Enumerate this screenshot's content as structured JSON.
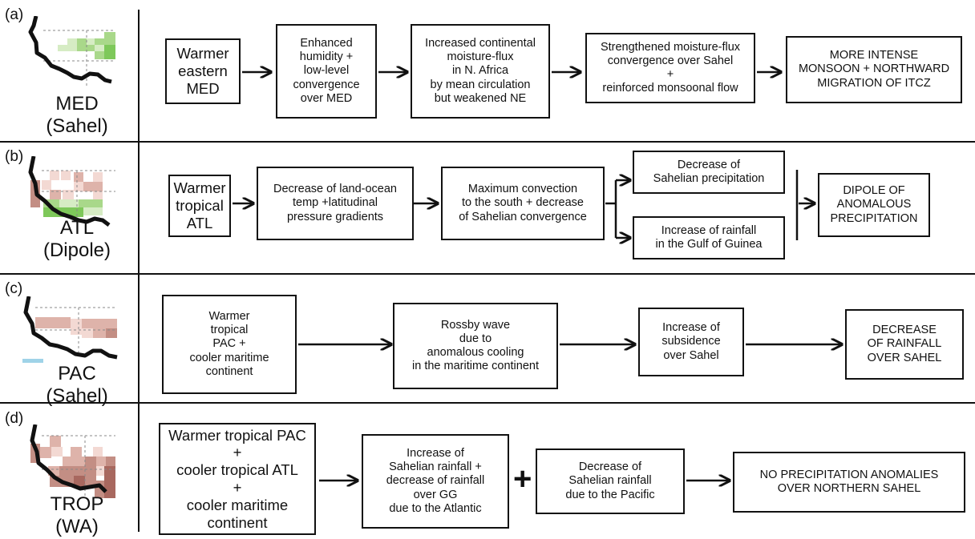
{
  "panels": [
    {
      "tag": "(a)",
      "region": "MED",
      "subregion": "(Sahel)",
      "boxes": [
        "Warmer\neastern\nMED",
        "Enhanced\nhumidity +\nlow-level\nconvergence\nover MED",
        "Increased continental\nmoisture-flux\nin N. Africa\nby mean circulation\nbut weakened NE",
        "Strengthened moisture-flux\nconvergence over Sahel\n+\nreinforced monsoonal flow",
        "MORE INTENSE\nMONSOON + NORTHWARD\nMIGRATION OF ITCZ"
      ]
    },
    {
      "tag": "(b)",
      "region": "ATL",
      "subregion": "(Dipole)",
      "boxes": [
        "Warmer\ntropical\nATL",
        "Decrease of land-ocean\ntemp +latitudinal\npressure gradients",
        "Maximum convection\nto the south + decrease\nof Sahelian convergence",
        "Decrease of\nSahelian precipitation",
        "Increase of rainfall\nin the Gulf of Guinea",
        "DIPOLE OF\nANOMALOUS\nPRECIPITATION"
      ]
    },
    {
      "tag": "(c)",
      "region": "PAC",
      "subregion": "(Sahel)",
      "boxes": [
        "Warmer\ntropical\nPAC +\ncooler maritime\ncontinent",
        "Rossby wave\ndue to\nanomalous cooling\nin the maritime continent",
        "Increase of\nsubsidence\nover Sahel",
        "DECREASE\nOF RAINFALL\nOVER SAHEL"
      ]
    },
    {
      "tag": "(d)",
      "region": "TROP",
      "subregion": "(WA)",
      "boxes": [
        "Warmer tropical PAC\n+\ncooler tropical ATL\n+\ncooler maritime\ncontinent",
        "Increase of\nSahelian rainfall +\ndecrease of rainfall\nover GG\ndue to the Atlantic",
        "Decrease of\nSahelian rainfall\ndue to the Pacific",
        "NO PRECIPITATION ANOMALIES\nOVER NORTHERN SAHEL"
      ],
      "operator": "+"
    }
  ],
  "colors": {
    "line": "#111111",
    "dashed_grid": "#888888",
    "green_light": "#d6ecc4",
    "green_mid": "#a9d88a",
    "green_strong": "#7ec85a",
    "brown_light": "#f3d9d3",
    "brown_mid": "#deb3aa",
    "brown_strong": "#c38e84",
    "brown_dark": "#a8685f",
    "blue": "#9fd3e8"
  }
}
